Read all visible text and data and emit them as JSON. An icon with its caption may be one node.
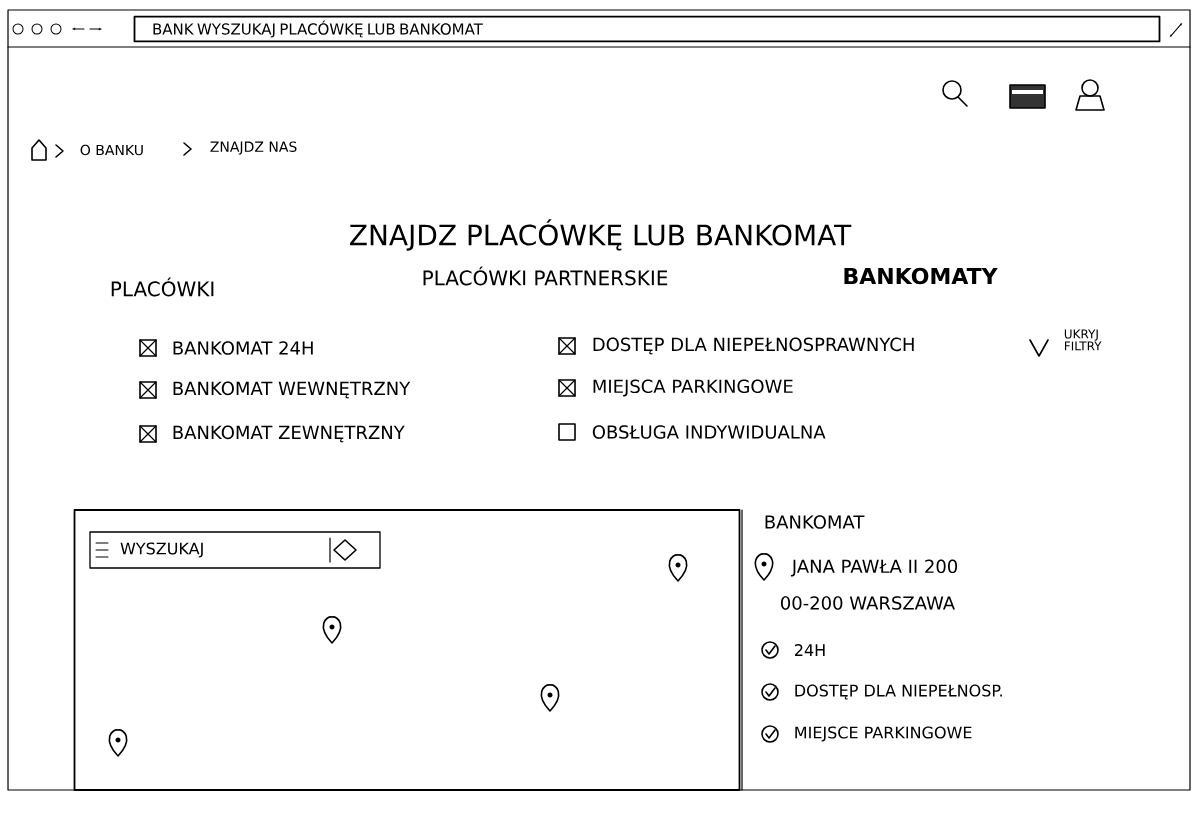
{
  "diagram": {
    "title": "ZNAJDZ PLACÓWKĘ LUB BANKOMAT",
    "nodes": [
      {
        "text": [
          "BANK WYSZUKAJ PLACÓWKĘ LUB BANKOMAT"
        ]
      },
      {
        "text": [],
        "shape": "box"
      },
      {
        "text": [
          "WYSZUKAJ"
        ],
        "in": 1
      }
    ],
    "labels": [
      "O BANKU",
      "ZNAJDZ NAS",
      "PLACÓWKI",
      "PLACÓWKI PARTNERSKIE",
      "BANKOMATY",
      "BANKOMAT 24H",
      "DOSTĘP DLA NIEPEŁNOSPRAWNYCH",
      "UKRYJ FILTRY",
      "BANKOMAT WEWNĘTRZNY",
      "MIEJSCA PARKINGOWE",
      "BANKOMAT ZEWNĘTRZNY",
      "OBSŁUGA INDYWIDUALNA",
      "BANKOMAT",
      "JANA PAWŁA II 200",
      "00-200 WARSZAWA",
      "24H",
      "DOSTĘP DLA NIEPEŁNOSP.",
      "MIEJSCE PARKINGOWE"
    ]
  }
}
